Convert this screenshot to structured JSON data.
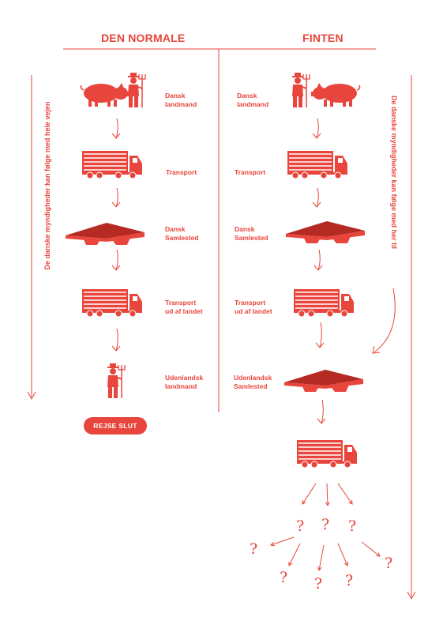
{
  "columns": {
    "left_title": "DEN NORMALE",
    "right_title": "FINTEN"
  },
  "left_steps": [
    {
      "label": "Dansk\nlandmand",
      "icon": "pig-farmer-icon"
    },
    {
      "label": "Transport",
      "icon": "truck-icon"
    },
    {
      "label": "Dansk\nSamlested",
      "icon": "barn-icon"
    },
    {
      "label": "Transport\nud af landet",
      "icon": "truck-icon"
    },
    {
      "label": "Udenlandsk\nlandmand",
      "icon": "farmer-icon"
    }
  ],
  "right_steps": [
    {
      "label": "Dansk\nlandmand",
      "icon": "farmer-pig-icon"
    },
    {
      "label": "Transport",
      "icon": "truck-icon"
    },
    {
      "label": "Dansk\nSamlested",
      "icon": "barn-icon"
    },
    {
      "label": "Transport\nud af landet",
      "icon": "truck-icon"
    },
    {
      "label": "Udenlandsk\nSamlested",
      "icon": "barn-icon"
    },
    {
      "label": "",
      "icon": "truck-icon"
    }
  ],
  "left_side_text": "De danske myndigheder kan følge med hele vejen",
  "right_side_text": "De danske myndigheder kan følge med her til",
  "end_button": "REJSE SLUT",
  "unknown_mark": "?",
  "colors": {
    "accent": "#e8453c",
    "dark": "#b52a22"
  }
}
